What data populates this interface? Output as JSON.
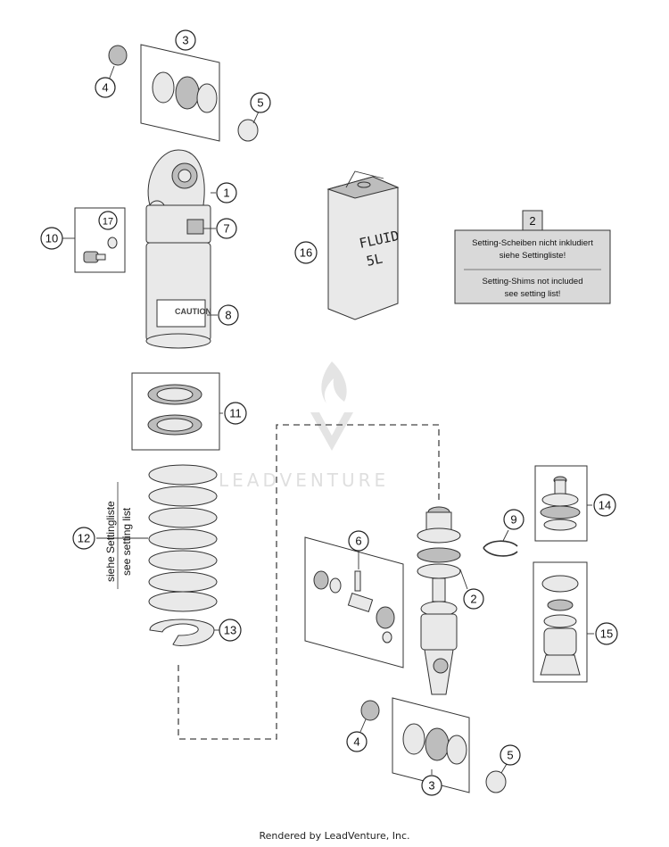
{
  "callouts": {
    "c1": "1",
    "c2": "2",
    "c2b": "2",
    "c3": "3",
    "c3b": "3",
    "c4": "4",
    "c4b": "4",
    "c5": "5",
    "c5b": "5",
    "c6": "6",
    "c7": "7",
    "c8": "8",
    "c9": "9",
    "c10": "10",
    "c11": "11",
    "c12": "12",
    "c13": "13",
    "c14": "14",
    "c15": "15",
    "c16": "16",
    "c17": "17"
  },
  "note": {
    "line1": "Setting-Scheiben nicht inkludiert",
    "line2": "siehe Settingliste!",
    "line3": "Setting-Shims not included",
    "line4": "see setting list!"
  },
  "spring_label": {
    "line1": "siehe Settingliste",
    "line2": "see setting list"
  },
  "fluid_can": {
    "line1": "FLUID",
    "line2": "5L"
  },
  "caution_label": "CAUTION",
  "watermark": "LEADVENTURE",
  "footer": "Rendered by LeadVenture, Inc."
}
